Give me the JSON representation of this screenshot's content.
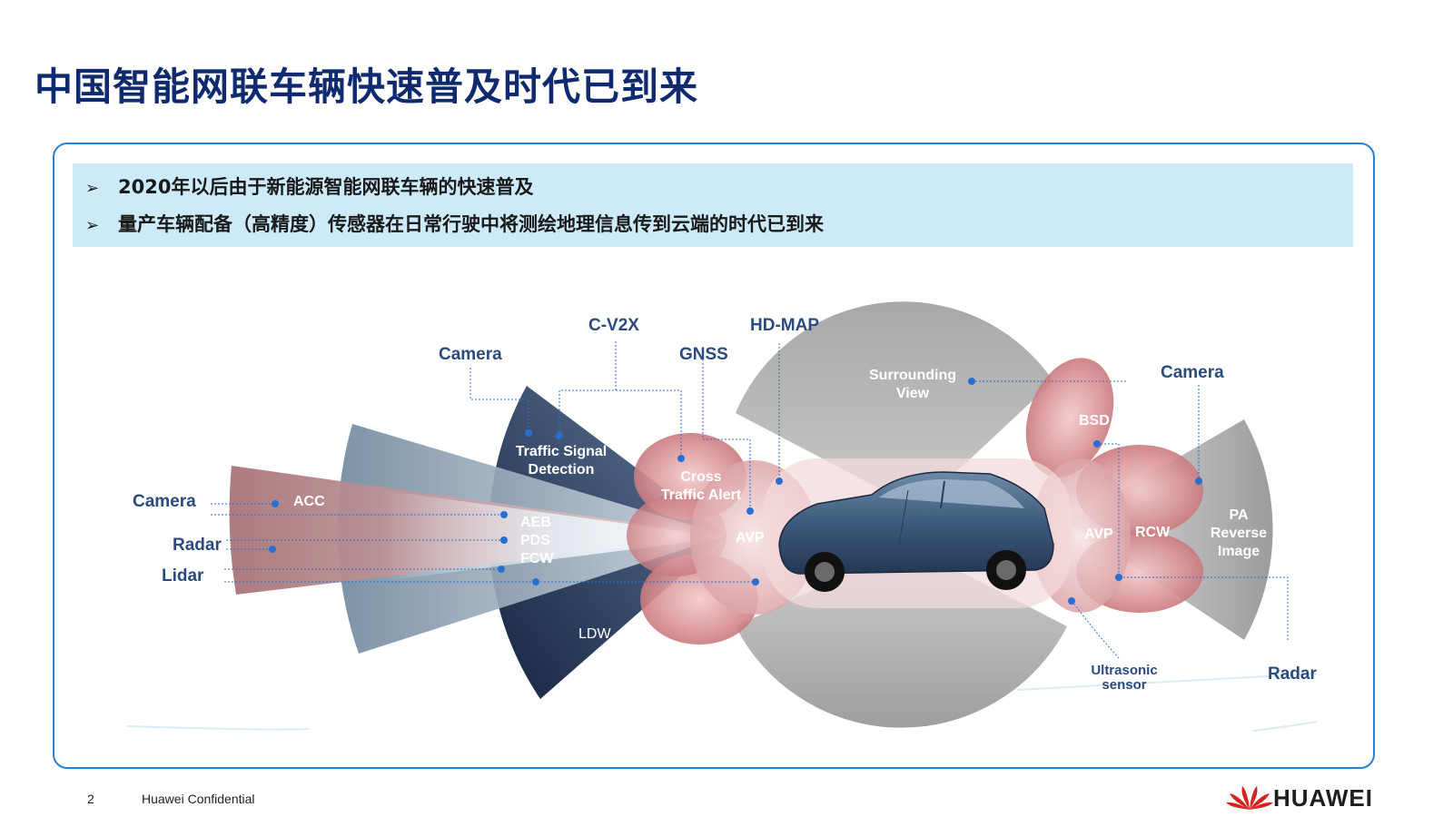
{
  "title": "中国智能网联车辆快速普及时代已到来",
  "bullets": [
    "2020年以后由于新能源智能网联车辆的快速普及",
    "量产车辆配备（高精度）传感器在日常行驶中将测绘地理信息传到云端的时代已到来"
  ],
  "bullet_marker": "➢",
  "diagram": {
    "labels": {
      "cv2x": "C-V2X",
      "hdmap": "HD-MAP",
      "camera_top": "Camera",
      "gnss": "GNSS",
      "camera_right": "Camera",
      "camera_left": "Camera",
      "radar_left": "Radar",
      "lidar": "Lidar",
      "radar_right": "Radar",
      "ultrasonic_1": "Ultrasonic",
      "ultrasonic_2": "sensor"
    },
    "zones": {
      "acc": "ACC",
      "aeb": "AEB",
      "pds": "PDS",
      "fcw": "FCW",
      "ldw": "LDW",
      "tsd_1": "Traffic Signal",
      "tsd_2": "Detection",
      "cta_1": "Cross",
      "cta_2": "Traffic Alert",
      "avp_front": "AVP",
      "sv_1": "Surrounding",
      "sv_2": "View",
      "bsd": "BSD",
      "avp_rear": "AVP",
      "rcw": "RCW",
      "pa_1": "PA",
      "pa_2": "Reverse",
      "pa_3": "Image"
    }
  },
  "footer": {
    "page_number": "2",
    "confidential": "Huawei Confidential",
    "brand": "HUAWEI"
  },
  "colors": {
    "title": "#0f2a6e",
    "frame": "#2a7fd4",
    "bullet_bg": "#cdeaf9",
    "label_blue": "#2b4a7e",
    "leader": "#2a6fd0",
    "brand_red": "#d7231e"
  }
}
